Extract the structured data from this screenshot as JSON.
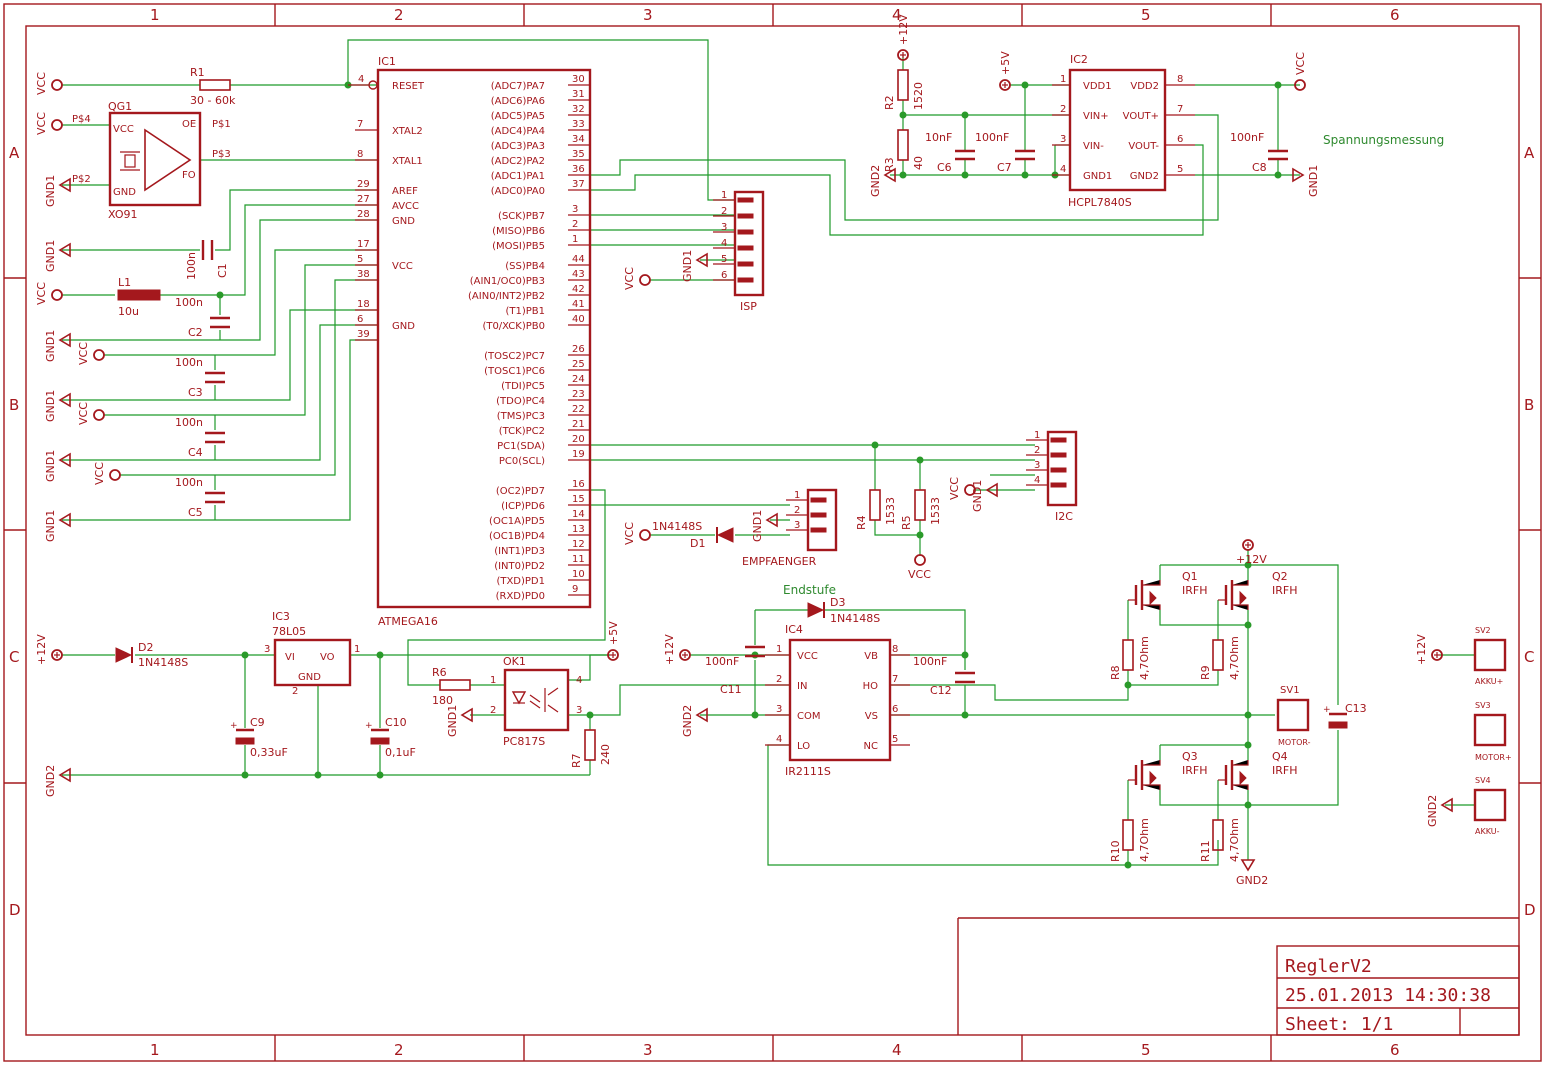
{
  "frame": {
    "columns": [
      "1",
      "2",
      "3",
      "4",
      "5",
      "6"
    ],
    "rows": [
      "A",
      "B",
      "C",
      "D"
    ]
  },
  "title_block": {
    "name": "ReglerV2",
    "date": "25.01.2013 14:30:38",
    "sheet": "Sheet: 1/1"
  },
  "notes": {
    "voltage_measurement": "Spannungsmessung",
    "power_stage": "Endstufe"
  },
  "ic1": {
    "ref": "IC1",
    "value": "ATMEGA16",
    "left_pins": [
      {
        "num": "4",
        "name": "RESET"
      },
      {
        "num": "7",
        "name": "XTAL2"
      },
      {
        "num": "8",
        "name": "XTAL1"
      },
      {
        "num": "29",
        "name": "AREF"
      },
      {
        "num": "27",
        "name": "AVCC"
      },
      {
        "num": "28",
        "name": "GND"
      },
      {
        "num": "17",
        "name": ""
      },
      {
        "num": "5",
        "name": "VCC"
      },
      {
        "num": "38",
        "name": ""
      },
      {
        "num": "18",
        "name": ""
      },
      {
        "num": "6",
        "name": "GND"
      },
      {
        "num": "39",
        "name": ""
      }
    ],
    "right_pins": [
      {
        "num": "30",
        "name": "(ADC7)PA7"
      },
      {
        "num": "31",
        "name": "(ADC6)PA6"
      },
      {
        "num": "32",
        "name": "(ADC5)PA5"
      },
      {
        "num": "33",
        "name": "(ADC4)PA4"
      },
      {
        "num": "34",
        "name": "(ADC3)PA3"
      },
      {
        "num": "35",
        "name": "(ADC2)PA2"
      },
      {
        "num": "36",
        "name": "(ADC1)PA1"
      },
      {
        "num": "37",
        "name": "(ADC0)PA0"
      },
      {
        "num": "3",
        "name": "(SCK)PB7"
      },
      {
        "num": "2",
        "name": "(MISO)PB6"
      },
      {
        "num": "1",
        "name": "(MOSI)PB5"
      },
      {
        "num": "44",
        "name": "(SS)PB4"
      },
      {
        "num": "43",
        "name": "(AIN1/OC0)PB3"
      },
      {
        "num": "42",
        "name": "(AIN0/INT2)PB2"
      },
      {
        "num": "41",
        "name": "(T1)PB1"
      },
      {
        "num": "40",
        "name": "(T0/XCK)PB0"
      },
      {
        "num": "26",
        "name": "(TOSC2)PC7"
      },
      {
        "num": "25",
        "name": "(TOSC1)PC6"
      },
      {
        "num": "24",
        "name": "(TDI)PC5"
      },
      {
        "num": "23",
        "name": "(TDO)PC4"
      },
      {
        "num": "22",
        "name": "(TMS)PC3"
      },
      {
        "num": "21",
        "name": "(TCK)PC2"
      },
      {
        "num": "20",
        "name": "PC1(SDA)"
      },
      {
        "num": "19",
        "name": "PC0(SCL)"
      },
      {
        "num": "16",
        "name": "(OC2)PD7"
      },
      {
        "num": "15",
        "name": "(ICP)PD6"
      },
      {
        "num": "14",
        "name": "(OC1A)PD5"
      },
      {
        "num": "13",
        "name": "(OC1B)PD4"
      },
      {
        "num": "12",
        "name": "(INT1)PD3"
      },
      {
        "num": "11",
        "name": "(INT0)PD2"
      },
      {
        "num": "10",
        "name": "(TXD)PD1"
      },
      {
        "num": "9",
        "name": "(RXD)PD0"
      }
    ]
  },
  "ic2": {
    "ref": "IC2",
    "value": "HCPL7840S",
    "pins": [
      {
        "num": "1",
        "name": "VDD1"
      },
      {
        "num": "2",
        "name": "VIN+"
      },
      {
        "num": "3",
        "name": "VIN-"
      },
      {
        "num": "4",
        "name": "GND1"
      },
      {
        "num": "8",
        "name": "VDD2"
      },
      {
        "num": "7",
        "name": "VOUT+"
      },
      {
        "num": "6",
        "name": "VOUT-"
      },
      {
        "num": "5",
        "name": "GND2"
      }
    ]
  },
  "ic3": {
    "ref": "IC3",
    "value": "78L05",
    "pin_vi": "VI",
    "pin_vo": "VO",
    "pin_gnd": "GND",
    "n1": "3",
    "n2": "1",
    "n3": "2"
  },
  "ic4": {
    "ref": "IC4",
    "value": "IR2111S",
    "pins": [
      {
        "num": "1",
        "name": "VCC"
      },
      {
        "num": "2",
        "name": "IN"
      },
      {
        "num": "3",
        "name": "COM"
      },
      {
        "num": "4",
        "name": "LO"
      },
      {
        "num": "8",
        "name": "VB"
      },
      {
        "num": "7",
        "name": "HO"
      },
      {
        "num": "6",
        "name": "VS"
      },
      {
        "num": "5",
        "name": "NC"
      }
    ]
  },
  "qg1": {
    "ref": "QG1",
    "value": "XO91",
    "vcc": "VCC",
    "gnd": "GND",
    "oe": "OE",
    "fo": "FO",
    "p4": "P$4",
    "p2": "P$2",
    "p1": "P$1",
    "p3": "P$3"
  },
  "ok1": {
    "ref": "OK1",
    "value": "PC817S",
    "n1": "1",
    "n2": "2",
    "n3": "3",
    "n4": "4"
  },
  "connectors": {
    "isp": {
      "name": "ISP",
      "pins": [
        "1",
        "2",
        "3",
        "4",
        "5",
        "6"
      ]
    },
    "i2c": {
      "name": "I2C",
      "pins": [
        "1",
        "2",
        "3",
        "4"
      ]
    },
    "empfaenger": {
      "name": "EMPFAENGER",
      "pins": [
        "1",
        "2",
        "3"
      ]
    },
    "sv1": {
      "name": "SV1",
      "label": "MOTOR-"
    },
    "sv2": {
      "name": "SV2",
      "label": "AKKU+"
    },
    "sv3": {
      "name": "SV3",
      "label": "MOTOR+"
    },
    "sv4": {
      "name": "SV4",
      "label": "AKKU-"
    }
  },
  "parts": {
    "r1": {
      "ref": "R1",
      "value": "30 - 60k"
    },
    "r2": {
      "ref": "R2",
      "value": "1520"
    },
    "r3": {
      "ref": "R3",
      "value": "40"
    },
    "r4": {
      "ref": "R4",
      "value": "1533"
    },
    "r5": {
      "ref": "R5",
      "value": "1533"
    },
    "r6": {
      "ref": "R6",
      "value": "180"
    },
    "r7": {
      "ref": "R7",
      "value": "240"
    },
    "r8": {
      "ref": "R8",
      "value": "4,7Ohm"
    },
    "r9": {
      "ref": "R9",
      "value": "4,7Ohm"
    },
    "r10": {
      "ref": "R10",
      "value": "4,7Ohm"
    },
    "r11": {
      "ref": "R11",
      "value": "4,7Ohm"
    },
    "c1": {
      "ref": "C1",
      "value": "100n"
    },
    "c2": {
      "ref": "C2",
      "value": "100n"
    },
    "c3": {
      "ref": "C3",
      "value": "100n"
    },
    "c4": {
      "ref": "C4",
      "value": "100n"
    },
    "c5": {
      "ref": "C5",
      "value": "100n"
    },
    "c6": {
      "ref": "C6",
      "value": "10nF"
    },
    "c7": {
      "ref": "C7",
      "value": "100nF"
    },
    "c8": {
      "ref": "C8",
      "value": "100nF"
    },
    "c9": {
      "ref": "C9",
      "value": "0,33uF"
    },
    "c10": {
      "ref": "C10",
      "value": "0,1uF"
    },
    "c11": {
      "ref": "C11",
      "value": "100nF"
    },
    "c12": {
      "ref": "C12",
      "value": "100nF"
    },
    "c13": {
      "ref": "C13",
      "value": ""
    },
    "l1": {
      "ref": "L1",
      "value": "10u"
    },
    "d1": {
      "ref": "D1",
      "value": "1N4148S"
    },
    "d2": {
      "ref": "D2",
      "value": "1N4148S"
    },
    "d3": {
      "ref": "D3",
      "value": "1N4148S"
    },
    "q1": {
      "ref": "Q1",
      "value": "IRFH"
    },
    "q2": {
      "ref": "Q2",
      "value": "IRFH"
    },
    "q3": {
      "ref": "Q3",
      "value": "IRFH"
    },
    "q4": {
      "ref": "Q4",
      "value": "IRFH"
    }
  },
  "nets": {
    "vcc": "VCC",
    "gnd1": "GND1",
    "gnd2": "GND2",
    "p12v": "+12V",
    "p5v": "+5V"
  }
}
